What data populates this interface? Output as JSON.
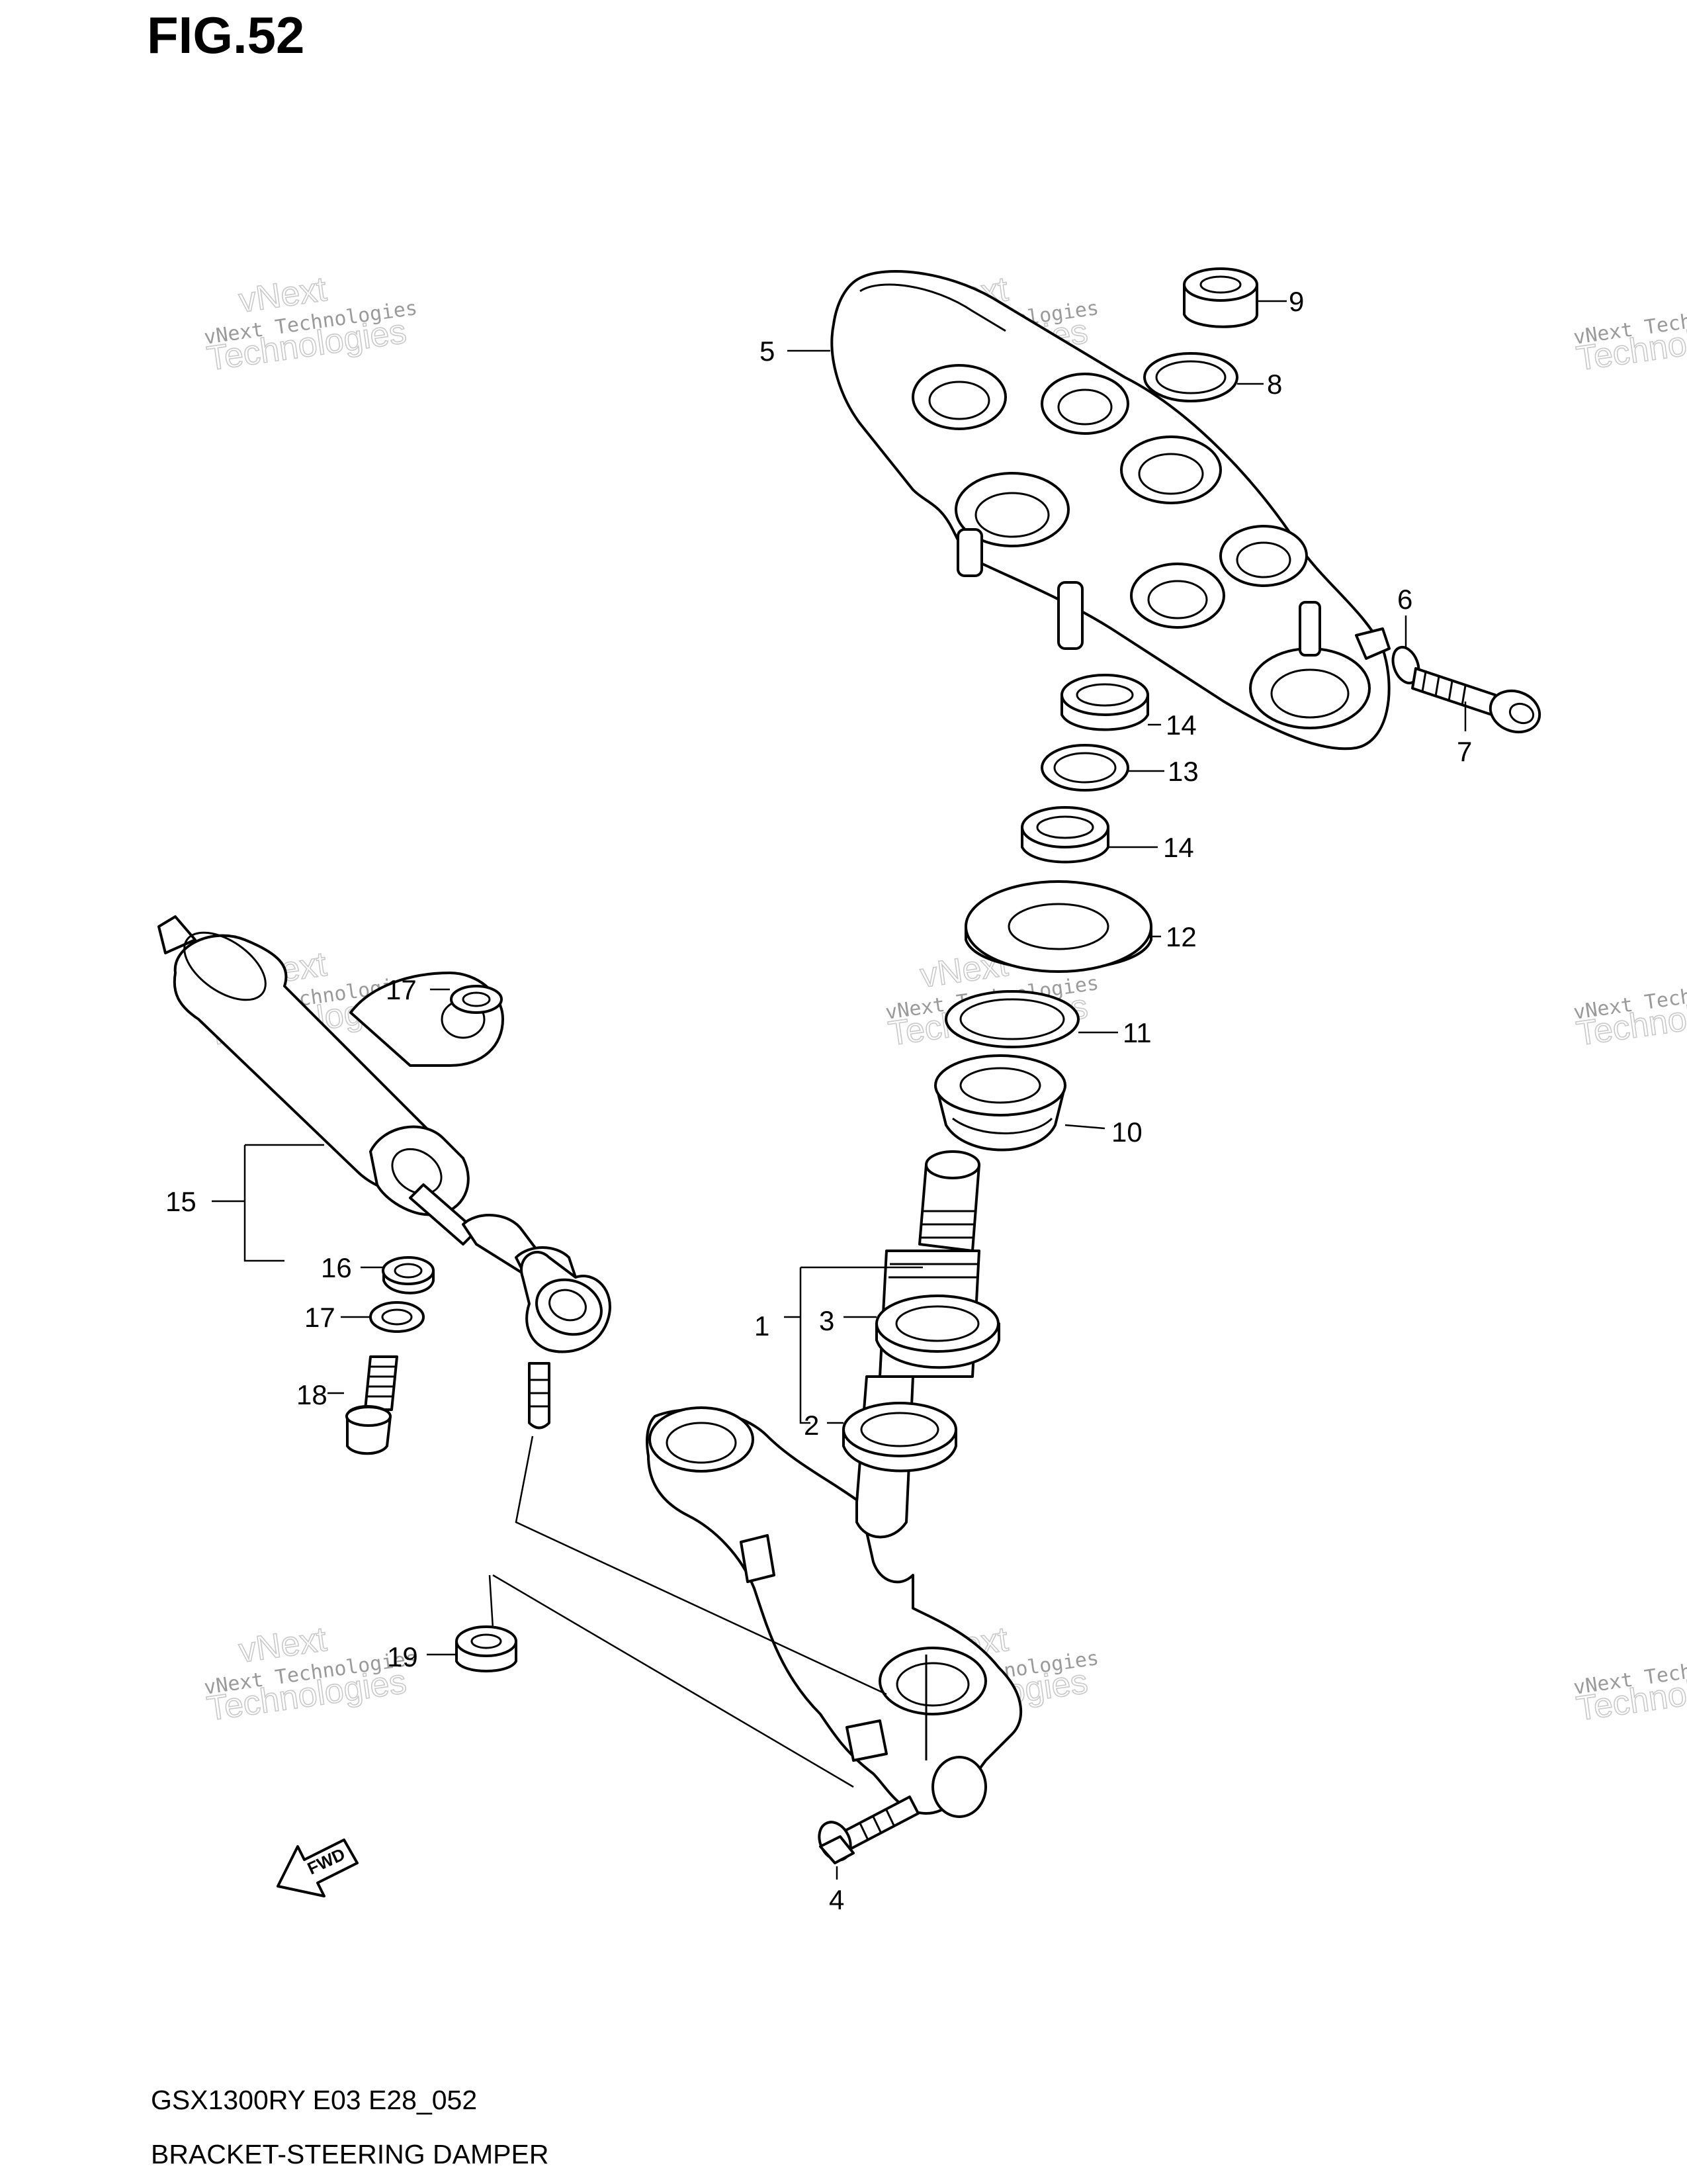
{
  "figure": {
    "title": "FIG.52"
  },
  "footer": {
    "model": "GSX1300RY E03 E28_052",
    "name": "BRACKET-STEERING DAMPER"
  },
  "watermark": {
    "line1": "vNext Technologies",
    "line2": "vNext",
    "line3": "Technologies"
  },
  "fwd_label": "FWD",
  "callouts": {
    "c1": "1",
    "c2": "2",
    "c3": "3",
    "c4": "4",
    "c5": "5",
    "c6": "6",
    "c7": "7",
    "c8": "8",
    "c9": "9",
    "c10": "10",
    "c11": "11",
    "c12": "12",
    "c13": "13",
    "c14a": "14",
    "c14b": "14",
    "c15": "15",
    "c16": "16",
    "c17a": "17",
    "c17b": "17",
    "c18": "18",
    "c19": "19"
  }
}
